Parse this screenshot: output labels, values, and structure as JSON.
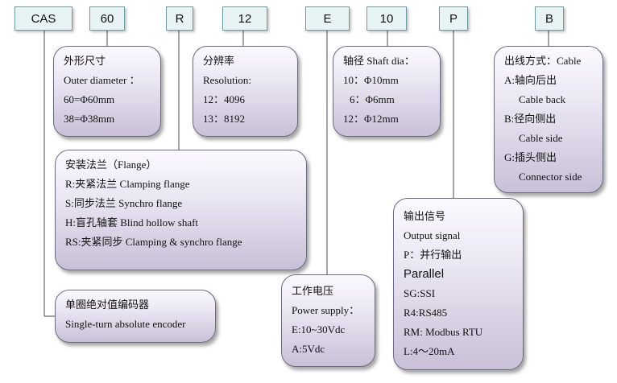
{
  "codes": [
    "CAS",
    "60",
    "R",
    "12",
    "E",
    "10",
    "P",
    "B"
  ],
  "outer_diameter": {
    "title": "外形尺寸",
    "lines": [
      "Outer diameter ：",
      "60=Φ60mm",
      "38=Φ38mm"
    ]
  },
  "resolution": {
    "title": "分辨率",
    "lines": [
      "Resolution:",
      "12：4096",
      "13：8192"
    ]
  },
  "shaft_dia": {
    "title": "轴径 Shaft dia：",
    "lines": [
      "10：Φ10mm",
      "6：Φ6mm",
      "12：Φ12mm"
    ]
  },
  "cable": {
    "title": "出线方式：Cable",
    "lines": [
      "A:轴向后出",
      "Cable back",
      "B:径向侧出",
      "Cable side",
      "G:插头侧出",
      "Connector side"
    ]
  },
  "flange": {
    "title": "安装法兰（Flange）",
    "lines": [
      "R:夹紧法兰 Clamping flange",
      "S:同步法兰 Synchro flange",
      "H:盲孔轴套 Blind hollow shaft",
      "RS:夹紧同步 Clamping & synchro flange"
    ]
  },
  "output_signal": {
    "title": "输出信号",
    "lines": [
      "Output signal",
      "P：并行输出",
      "Parallel",
      "SG:SSI",
      "R4:RS485",
      "RM: Modbus RTU",
      "L:4～20mA"
    ]
  },
  "encoder_type": {
    "lines": [
      "单圈绝对值编码器",
      "Single-turn absolute encoder"
    ]
  },
  "power_supply": {
    "title": "工作电压",
    "lines": [
      "Power supply：",
      "E:10~30Vdc",
      "A:5Vdc"
    ]
  }
}
